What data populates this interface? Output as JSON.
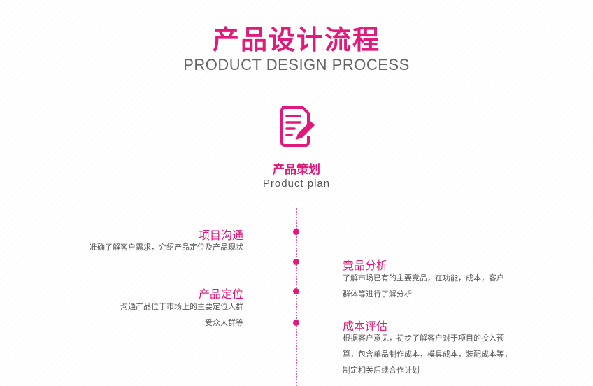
{
  "header": {
    "title": "产品设计流程",
    "subtitle": "PRODUCT DESIGN PROCESS"
  },
  "section": {
    "icon": "document-edit-icon",
    "title": "产品策划",
    "subtitle": "Product plan"
  },
  "timeline": {
    "items": [
      {
        "title": "项目沟通",
        "lines": [
          "准确了解客户需求，介绍产品定位及产品现状"
        ]
      },
      {
        "title": "竟品分析",
        "lines": [
          "了解市场已有的主要竞品，在功能，成本，客户",
          "群体等进行了解分析"
        ]
      },
      {
        "title": "产品定位",
        "lines": [
          "沟通产品位于市场上的主要定位人群",
          "受众人群等"
        ]
      },
      {
        "title": "成本评估",
        "lines": [
          "根据客户意见，初步了解客户对于项目的投入预",
          "算，包含单品制作成本，模具成本，装配成本等，",
          "制定相关后续合作计划"
        ]
      }
    ]
  },
  "colors": {
    "accent": "#e0197a",
    "text": "#555555",
    "subtitle": "#666666"
  }
}
